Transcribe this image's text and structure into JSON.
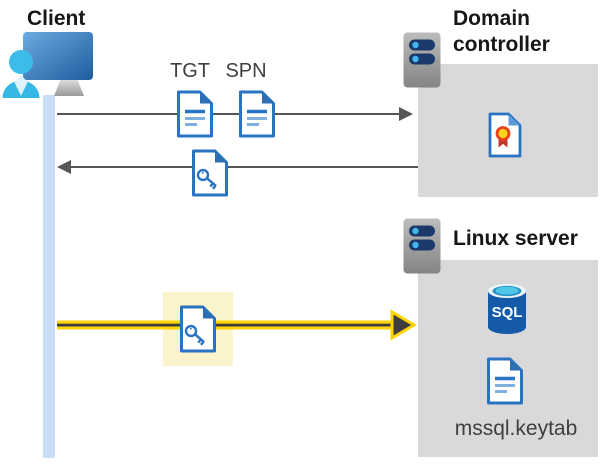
{
  "client": {
    "label": "Client"
  },
  "domain_controller": {
    "label": "Domain controller"
  },
  "linux_server": {
    "label": "Linux server",
    "sql_label": "SQL",
    "keytab_label": "mssql.keytab"
  },
  "tickets": {
    "tgt_label": "TGT",
    "spn_label": "SPN"
  },
  "flows": [
    {
      "name": "ticket-request",
      "from": "client",
      "to": "domain-controller",
      "direction": "right",
      "items": [
        "TGT",
        "SPN"
      ]
    },
    {
      "name": "ticket-response",
      "from": "domain-controller",
      "to": "client",
      "direction": "left",
      "items": [
        "service-key"
      ]
    },
    {
      "name": "authenticated-connection",
      "from": "client",
      "to": "linux-server",
      "direction": "right",
      "highlighted": true,
      "items": [
        "service-key"
      ]
    }
  ],
  "colors": {
    "doc_blue": "#2873c2",
    "doc_fold_blue": "#2e6fb4",
    "doc_line_light": "#7fafdf",
    "box_gray": "#d9d9d9",
    "arrow_gray": "#565656",
    "highlight_yellow": "#fbf3cb",
    "arrow_yellow": "#ffd400",
    "arrow_dark": "#3d3d3d",
    "lifeline_blue": "#c7ddf8",
    "person_cyan": "#3cbde9",
    "sql_blue": "#155aa8",
    "server_bar_navy": "#1b3a6b"
  }
}
